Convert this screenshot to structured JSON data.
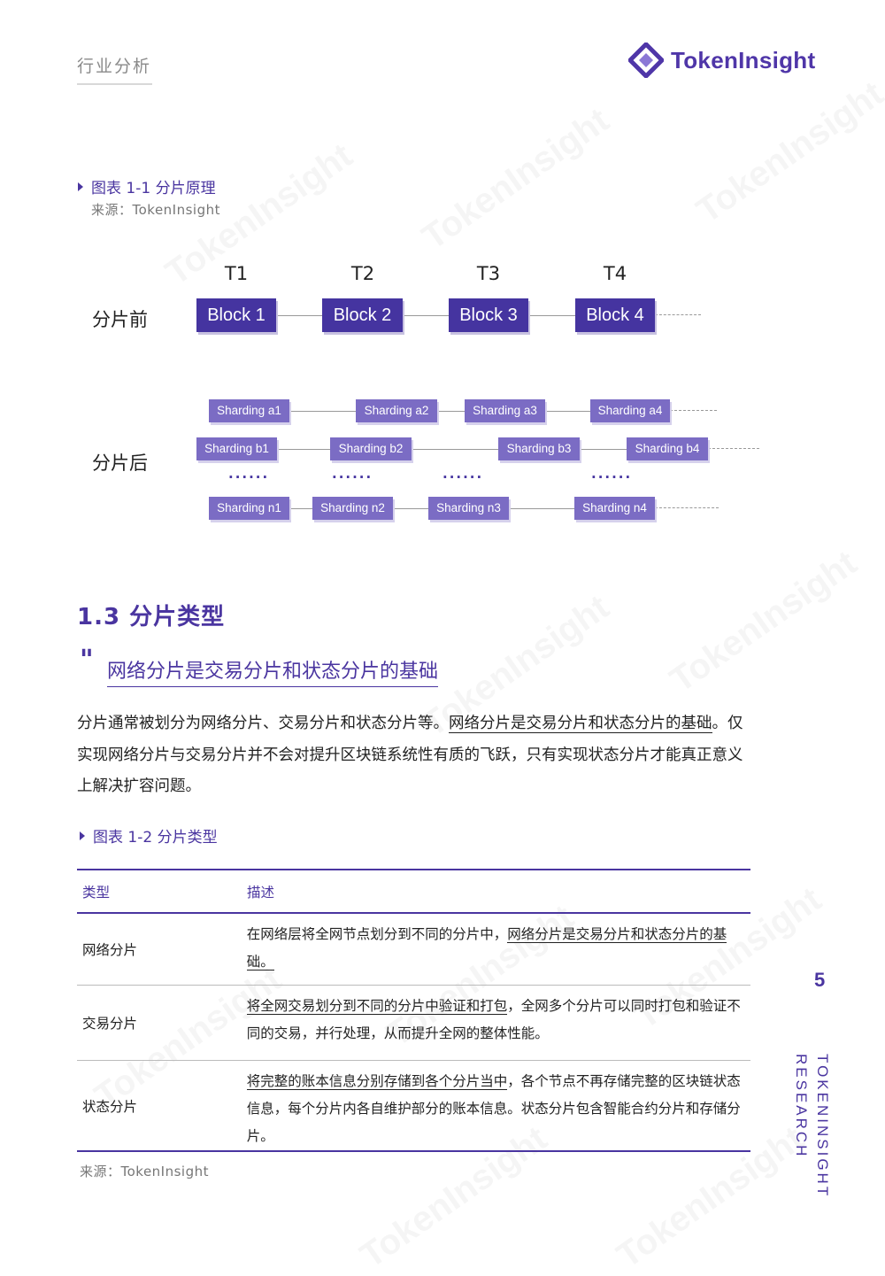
{
  "header": {
    "section_label": "行业分析",
    "logo_text": "TokenInsight"
  },
  "figure1": {
    "caption": "图表 1-1 分片原理",
    "source": "来源：TokenInsight",
    "time_labels": [
      "T1",
      "T2",
      "T3",
      "T4"
    ],
    "before_label": "分片前",
    "after_label": "分片后",
    "blocks": [
      "Block 1",
      "Block 2",
      "Block 3",
      "Block 4"
    ],
    "shard_rows": [
      [
        "Sharding a1",
        "Sharding a2",
        "Sharding a3",
        "Sharding a4"
      ],
      [
        "Sharding b1",
        "Sharding b2",
        "Sharding b3",
        "Sharding b4"
      ],
      [
        "Sharding n1",
        "Sharding n2",
        "Sharding n3",
        "Sharding n4"
      ]
    ],
    "ellipsis": "......"
  },
  "section": {
    "heading": "1.3 分片类型",
    "quote_mark": "\"",
    "pull_quote": "网络分片是交易分片和状态分片的基础",
    "para_part1": "分片通常被划分为网络分片、交易分片和状态分片等。",
    "para_underlined": "网络分片是交易分片和状态分片的基础",
    "para_part2": "。仅实现网络分片与交易分片并不会对提升区块链系统性有质的飞跃，只有实现状态分片才能真正意义上解决扩容问题。"
  },
  "figure2": {
    "caption": "图表 1-2 分片类型",
    "headers": {
      "type": "类型",
      "desc": "描述"
    },
    "rows": [
      {
        "type": "网络分片",
        "desc_plain": "在网络层将全网节点划分到不同的分片中，",
        "desc_underlined": "网络分片是交易分片和状态分片的基础。",
        "desc_tail": ""
      },
      {
        "type": "交易分片",
        "desc_plain": "",
        "desc_underlined": "将全网交易划分到不同的分片中验证和打包",
        "desc_tail": "，全网多个分片可以同时打包和验证不同的交易，并行处理，从而提升全网的整体性能。"
      },
      {
        "type": "状态分片",
        "desc_plain": "",
        "desc_underlined": "将完整的账本信息分别存储到各个分片当中",
        "desc_tail": "，各个节点不再存储完整的区块链状态信息，每个分片内各自维护部分的账本信息。状态分片包含智能合约分片和存储分片。"
      }
    ],
    "source": "来源：TokenInsight"
  },
  "side": {
    "page_number": "5",
    "vertical_title_line1": "TOKENINSIGHT",
    "vertical_title_line2": "RESEARCH"
  },
  "colors": {
    "accent": "#4a35a0",
    "block": "#4534a0",
    "shard": "#7b6cc4"
  }
}
